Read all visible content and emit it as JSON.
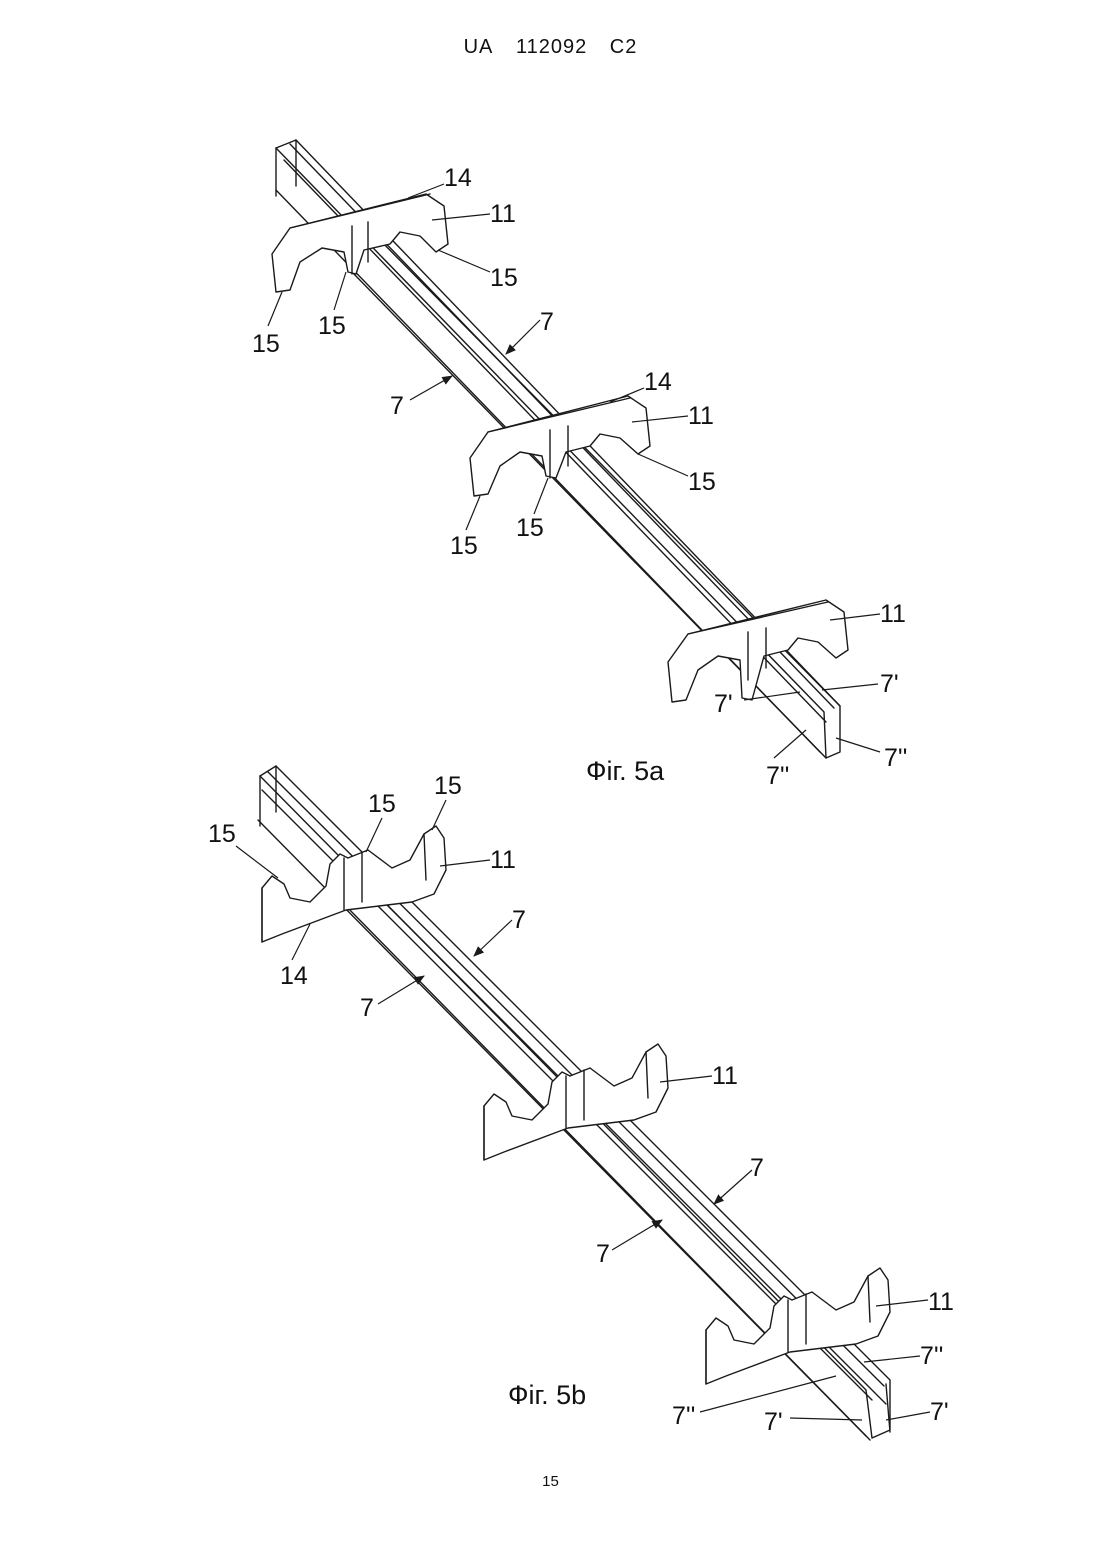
{
  "header": {
    "country": "UA",
    "number": "112092",
    "kind": "C2"
  },
  "page_number": "15",
  "figure_a": {
    "caption": "Фіг. 5a",
    "labels": {
      "l14a": "14",
      "l11a": "11",
      "l15a": "15",
      "l15b": "15",
      "l15c": "15",
      "l7a": "7",
      "l7b": "7",
      "l14b": "14",
      "l11b": "11",
      "l15d": "15",
      "l15e": "15",
      "l15f": "15",
      "l11c": "11",
      "l7p1": "7'",
      "l7p2": "7'",
      "l7pp1": "7''",
      "l7pp2": "7''"
    }
  },
  "figure_b": {
    "caption": "Фіг. 5b",
    "labels": {
      "l15a": "15",
      "l15b": "15",
      "l15c": "15",
      "l11a": "11",
      "l14a": "14",
      "l7a": "7",
      "l7b": "7",
      "l11b": "11",
      "l7c": "7",
      "l7d": "7",
      "l11c": "11",
      "l7pp1": "7''",
      "l7pp2": "7''",
      "l7p1": "7'",
      "l7p2": "7'"
    }
  }
}
